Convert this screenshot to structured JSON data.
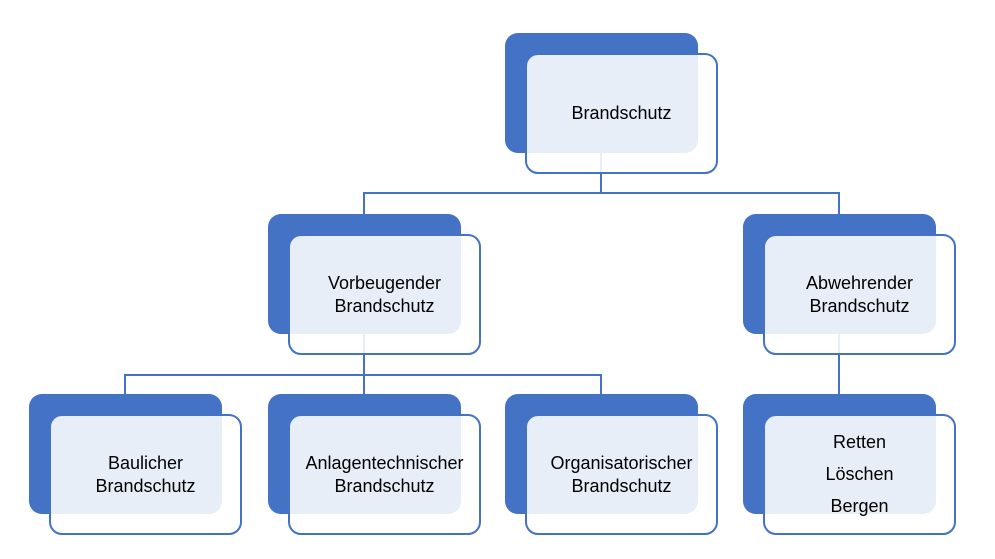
{
  "diagram": {
    "type": "org-chart",
    "background": "#FFFFFF",
    "accent_color": "#4472C4",
    "card_fill": "rgba(255,255,255,0.88)",
    "card_fill_over_accent": "#E9EDF7",
    "text_color": "#000000"
  },
  "nodes": [
    {
      "id": "brandschutz",
      "label": "Brandschutz",
      "lines": [
        "Brandschutz"
      ]
    },
    {
      "id": "vorbeugender-brandschutz",
      "label": "Vorbeugender Brandschutz",
      "lines": [
        "Vorbeugender",
        "Brandschutz"
      ]
    },
    {
      "id": "abwehrender-brandschutz",
      "label": "Abwehrender Brandschutz",
      "lines": [
        "Abwehrender",
        "Brandschutz"
      ]
    },
    {
      "id": "baulicher-brandschutz",
      "label": "Baulicher Brandschutz",
      "lines": [
        "Baulicher",
        "Brandschutz"
      ]
    },
    {
      "id": "anlagentechnischer-brandschutz",
      "label": "Anlagentechnischer Brandschutz",
      "lines": [
        "Anlagentechnischer",
        "Brandschutz"
      ]
    },
    {
      "id": "organisatorischer-brandschutz",
      "label": "Organisatorischer Brandschutz",
      "lines": [
        "Organisatorischer",
        "Brandschutz"
      ]
    },
    {
      "id": "retten-loeschen-bergen",
      "label": "Retten Löschen Bergen",
      "lines": [
        "Retten",
        "Löschen",
        "Bergen"
      ]
    }
  ],
  "edges": [
    {
      "from": "brandschutz",
      "to": "vorbeugender-brandschutz"
    },
    {
      "from": "brandschutz",
      "to": "abwehrender-brandschutz"
    },
    {
      "from": "vorbeugender-brandschutz",
      "to": "baulicher-brandschutz"
    },
    {
      "from": "vorbeugender-brandschutz",
      "to": "anlagentechnischer-brandschutz"
    },
    {
      "from": "vorbeugender-brandschutz",
      "to": "organisatorischer-brandschutz"
    },
    {
      "from": "abwehrender-brandschutz",
      "to": "retten-loeschen-bergen"
    }
  ]
}
